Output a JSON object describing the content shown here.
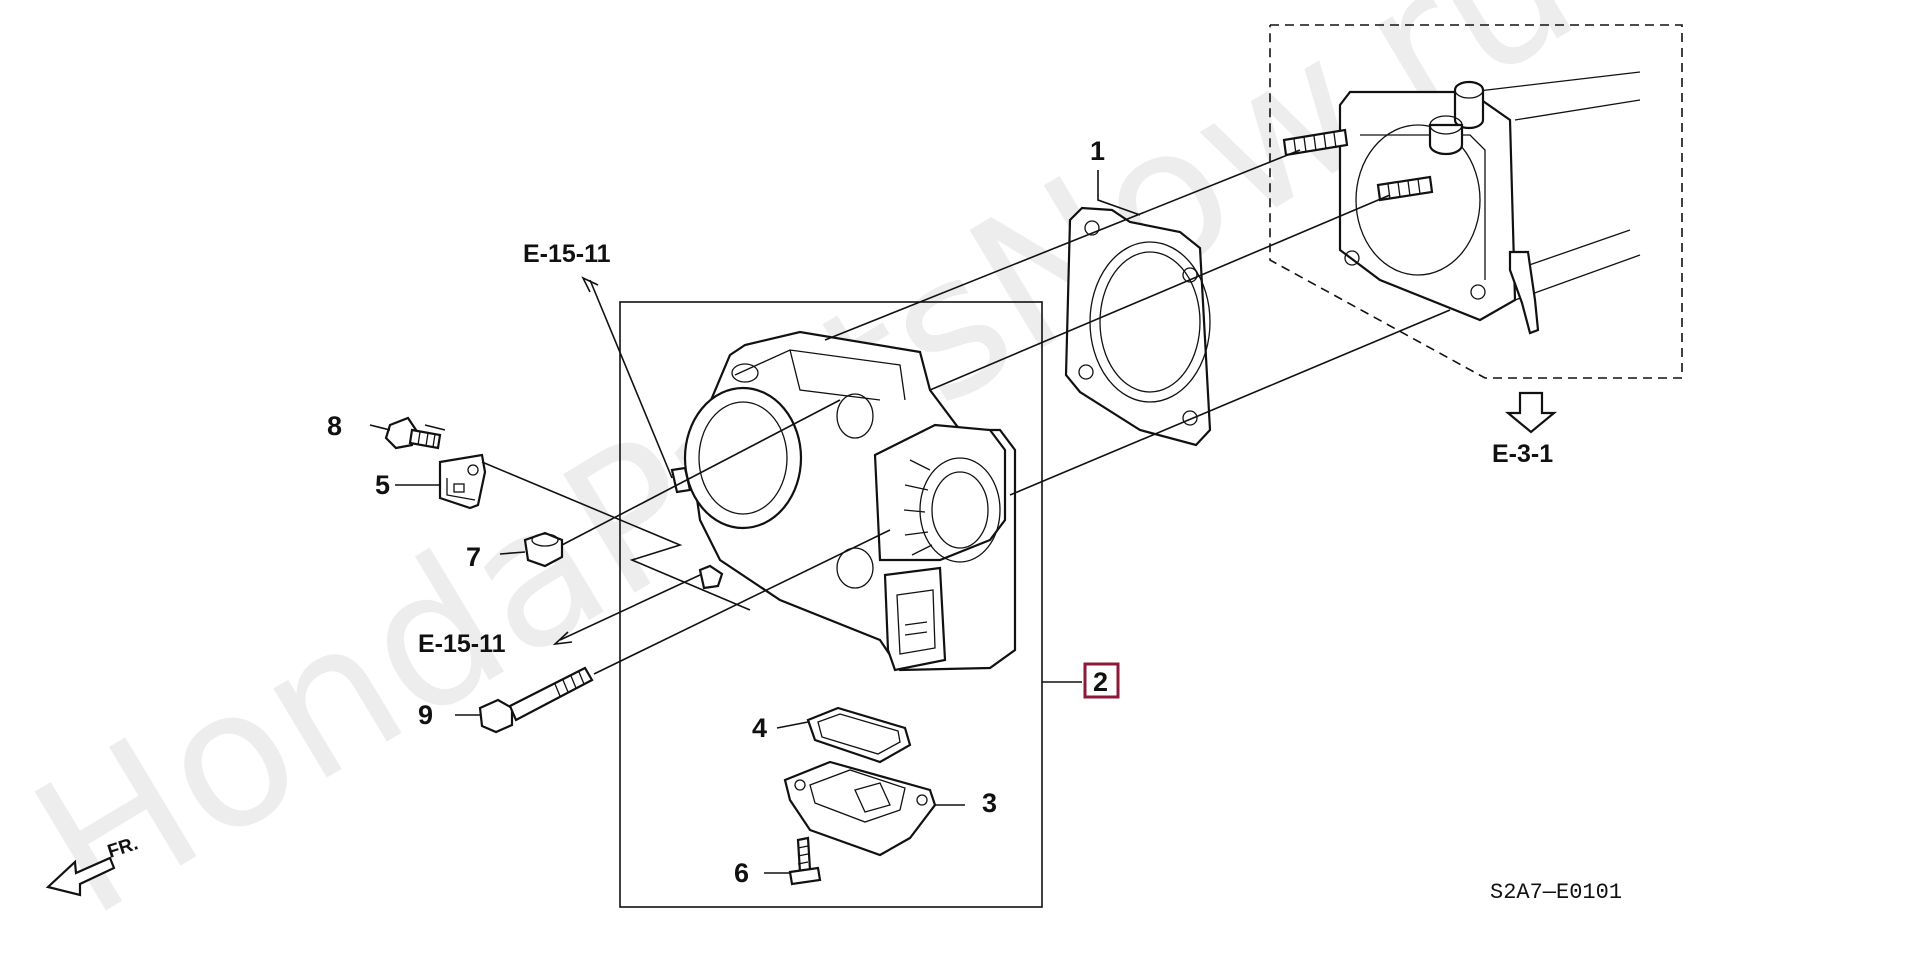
{
  "watermark": "HondaPartsNow.ru",
  "diagram_code": "S2A7—E0101",
  "front_indicator": "FR.",
  "references": {
    "ref_top": "E-15-11",
    "ref_bottom": "E-15-11",
    "ref_intake": "E-3-1"
  },
  "callouts": {
    "c1": "1",
    "c2": "2",
    "c3": "3",
    "c4": "4",
    "c5": "5",
    "c6": "6",
    "c7": "7",
    "c8": "8",
    "c9": "9"
  },
  "colors": {
    "highlight": "#8b1a3a",
    "ink": "#111111"
  }
}
